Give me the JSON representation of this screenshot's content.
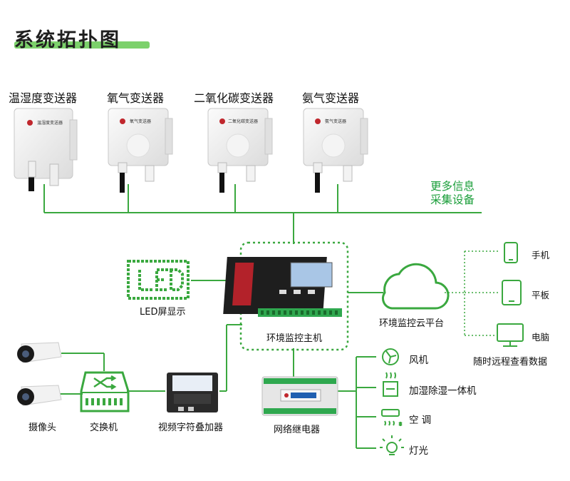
{
  "title": "系统拓扑图",
  "sensors": [
    {
      "label": "温湿度变送器",
      "device_text": "温湿度变送器"
    },
    {
      "label": "氧气变送器",
      "device_text": "氧气变送器"
    },
    {
      "label": "二氧化碳变送器",
      "device_text": "二氧化碳变送器"
    },
    {
      "label": "氨气变送器",
      "device_text": "氨气变送器"
    }
  ],
  "more": {
    "line1": "更多信息",
    "line2": "采集设备"
  },
  "led": {
    "label": "LED屏显示",
    "sign": "LED"
  },
  "host": {
    "label": "环境监控主机"
  },
  "cloud": {
    "label": "环境监控云平台"
  },
  "terminals": [
    {
      "label": "手机",
      "icon": "phone-icon"
    },
    {
      "label": "平板",
      "icon": "tablet-icon"
    },
    {
      "label": "电脑",
      "icon": "computer-icon"
    }
  ],
  "remote_note": "随时远程查看数据",
  "camera": {
    "label": "摄像头"
  },
  "switch": {
    "label": "交换机"
  },
  "overlay": {
    "label": "视频字符叠加器"
  },
  "relay": {
    "label": "网络继电器"
  },
  "outputs": [
    {
      "label": "风机",
      "icon": "fan-icon"
    },
    {
      "label": "加湿除湿一体机",
      "icon": "humidifier-icon"
    },
    {
      "label": "空 调",
      "icon": "air-conditioner-icon"
    },
    {
      "label": "灯光",
      "icon": "light-icon"
    }
  ],
  "colors": {
    "green": "#3aa83f",
    "text_green": "#1b9e3a",
    "host_red": "#b3222a"
  }
}
